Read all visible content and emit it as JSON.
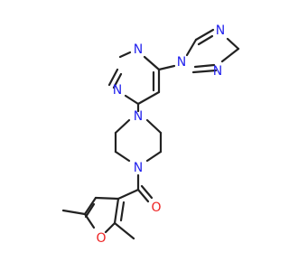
{
  "structure": {
    "atom_labels": {
      "triazole_n1": "N",
      "triazole_n2": "N",
      "triazole_n4": "N",
      "pyrimidine_n1": "N",
      "pyrimidine_n3": "N",
      "piperazine_n1": "N",
      "piperazine_n4": "N",
      "furan_o": "O",
      "carbonyl_o": "O"
    },
    "colors": {
      "carbon": "#222222",
      "nitrogen": "#2222ee",
      "oxygen": "#ee2222"
    }
  }
}
